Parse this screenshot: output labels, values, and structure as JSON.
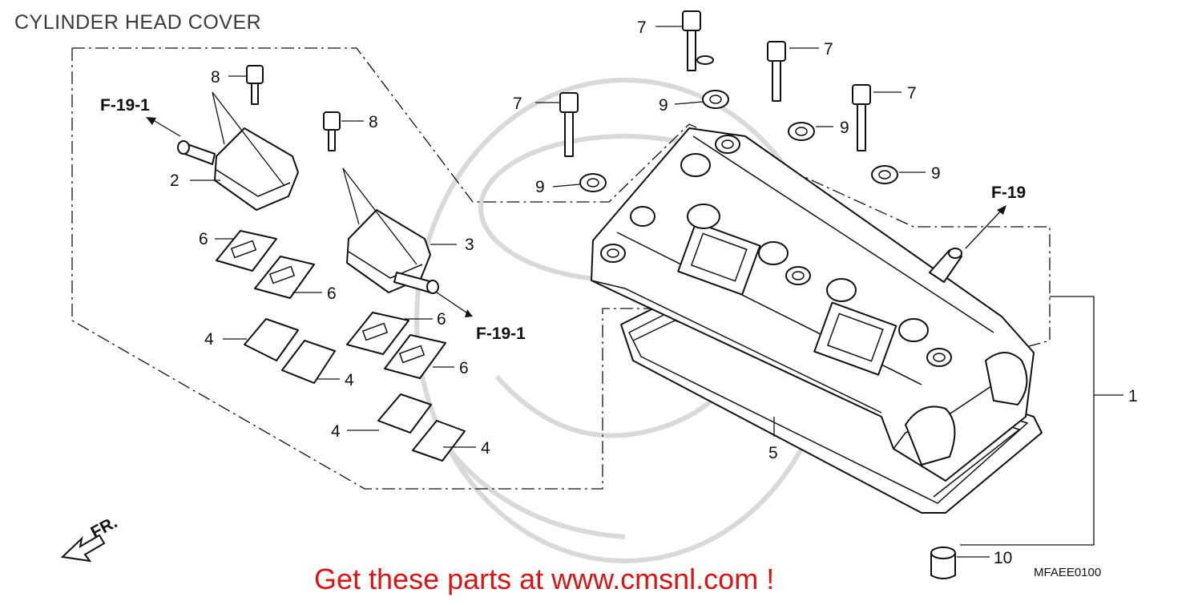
{
  "title": "CYLINDER HEAD COVER",
  "promo": "Get these parts at www.cmsnl.com !",
  "diagram_code": "MFAEE0100",
  "front_marker": "FR.",
  "references": {
    "f19_1_top": "F-19-1",
    "f19_1_mid": "F-19-1",
    "f19": "F-19"
  },
  "part_labels": {
    "p1": "1",
    "p2": "2",
    "p3": "3",
    "p4a": "4",
    "p4b": "4",
    "p4c": "4",
    "p4d": "4",
    "p5": "5",
    "p6a": "6",
    "p6b": "6",
    "p6c": "6",
    "p6d": "6",
    "p7a": "7",
    "p7b": "7",
    "p7c": "7",
    "p7d": "7",
    "p8a": "8",
    "p8b": "8",
    "p9a": "9",
    "p9b": "9",
    "p9c": "9",
    "p9d": "9",
    "p10": "10"
  },
  "colors": {
    "line": "#111111",
    "promo_text": "#d81414",
    "watermark": "#d9d9d9"
  }
}
